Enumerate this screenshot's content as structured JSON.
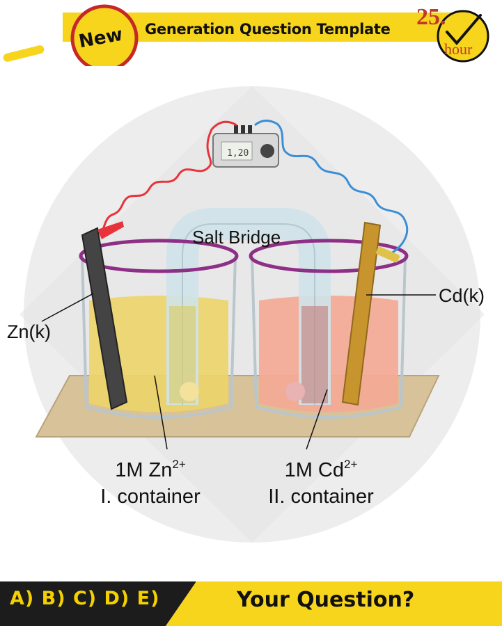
{
  "header": {
    "badge": "New",
    "title": "Generation Question Template",
    "hour_number": "25.",
    "hour_word": "hour"
  },
  "diagram": {
    "meter_reading": "1,20",
    "salt_bridge": "Salt Bridge",
    "left_electrode": "Zn(k)",
    "right_electrode": "Cd(k)",
    "left_solution": {
      "conc": "1M Zn",
      "charge": "2+",
      "name": "I. container"
    },
    "right_solution": {
      "conc": "1M Cd",
      "charge": "2+",
      "name": "II. container"
    }
  },
  "footer": {
    "answers": "A) B) C) D) E)",
    "question": "Your Question?"
  },
  "colors": {
    "banner_yellow": "#f7d51d",
    "footer_dark": "#1c1c1c",
    "zn_solution": "#ecd46a",
    "cd_solution": "#f4a995",
    "red_wire": "#e8333b",
    "blue_wire": "#3b8fd6",
    "ring_purple": "#8e2f86"
  }
}
